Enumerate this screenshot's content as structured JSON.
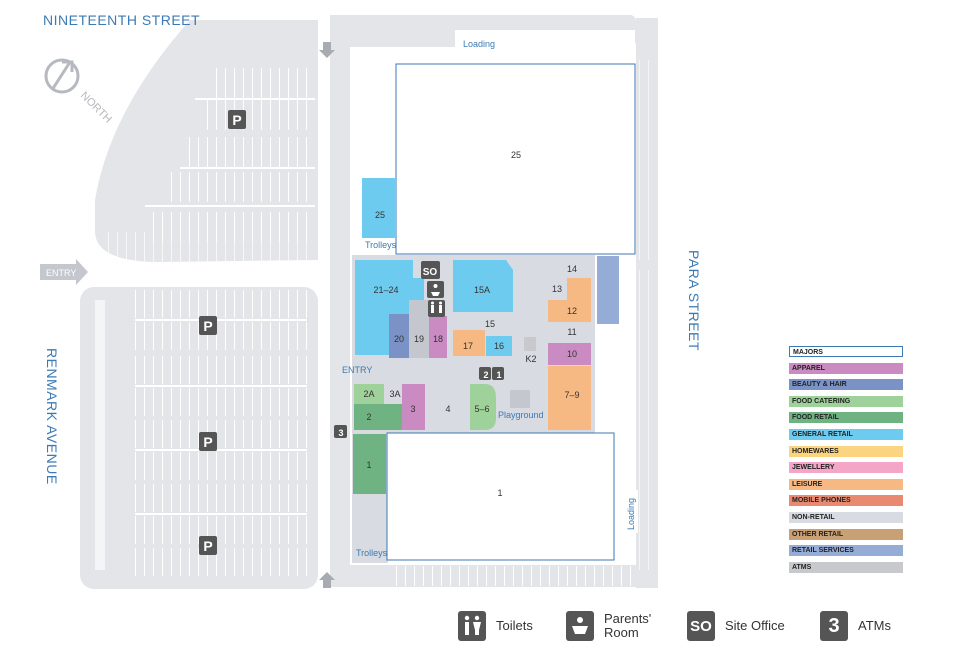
{
  "streets": {
    "north": "NINETEENTH STREET",
    "east": "PARA STREET",
    "west": "RENMARK AVENUE",
    "compass": "NORTH"
  },
  "labels": {
    "entry_west": "ENTRY",
    "entry_mall": "ENTRY",
    "loading_top": "Loading",
    "loading_right": "Loading",
    "trolleys_top": "Trolleys",
    "trolleys_bottom": "Trolleys",
    "playground": "Playground",
    "kiosk": "K2",
    "parking": "P",
    "site_office_badge": "SO",
    "atm_badge_left": "2",
    "atm_badge_right": "1",
    "atm_badge_west": "3"
  },
  "shops": {
    "s25": "25",
    "s25b": "25",
    "s21_24": "21–24",
    "s20": "20",
    "s19": "19",
    "s18": "18",
    "s15a": "15A",
    "s15": "15",
    "s17": "17",
    "s16": "16",
    "s14": "14",
    "s13": "13",
    "s12": "12",
    "s11": "11",
    "s10": "10",
    "s7_9": "7–9",
    "s2a": "2A",
    "s3a": "3A",
    "s2": "2",
    "s3": "3",
    "s4": "4",
    "s5_6": "5–6",
    "s1": "1",
    "s1b": "1"
  },
  "legend": [
    {
      "label": "MAJORS",
      "color": "#ffffff",
      "border": "#3d7ab3"
    },
    {
      "label": "APPAREL",
      "color": "#c98bc2"
    },
    {
      "label": "BEAUTY & HAIR",
      "color": "#7b92c7"
    },
    {
      "label": "FOOD CATERING",
      "color": "#9fd29a"
    },
    {
      "label": "FOOD RETAIL",
      "color": "#6fb383"
    },
    {
      "label": "GENERAL RETAIL",
      "color": "#6ccbef"
    },
    {
      "label": "HOMEWARES",
      "color": "#fbd47f"
    },
    {
      "label": "JEWELLERY",
      "color": "#f4a6c8"
    },
    {
      "label": "LEISURE",
      "color": "#f6b983"
    },
    {
      "label": "MOBILE PHONES",
      "color": "#e98a70"
    },
    {
      "label": "NON-RETAIL",
      "color": "#d8dbe1"
    },
    {
      "label": "OTHER RETAIL",
      "color": "#c99f74"
    },
    {
      "label": "RETAIL SERVICES",
      "color": "#94acd6"
    },
    {
      "label": "ATMS",
      "color": "#c7c9cc"
    }
  ],
  "key": {
    "toilets": "Toilets",
    "parents_line1": "Parents'",
    "parents_line2": "Room",
    "site_office_icon": "SO",
    "site_office": "Site Office",
    "atm_icon": "3",
    "atms": "ATMs"
  },
  "icons": {
    "toilets": "toilets-icon",
    "parents": "parents-room-icon",
    "site_office": "site-office-icon",
    "atm": "atm-icon",
    "parking": "parking-icon",
    "arrow": "arrow-icon",
    "compass": "compass-icon"
  }
}
